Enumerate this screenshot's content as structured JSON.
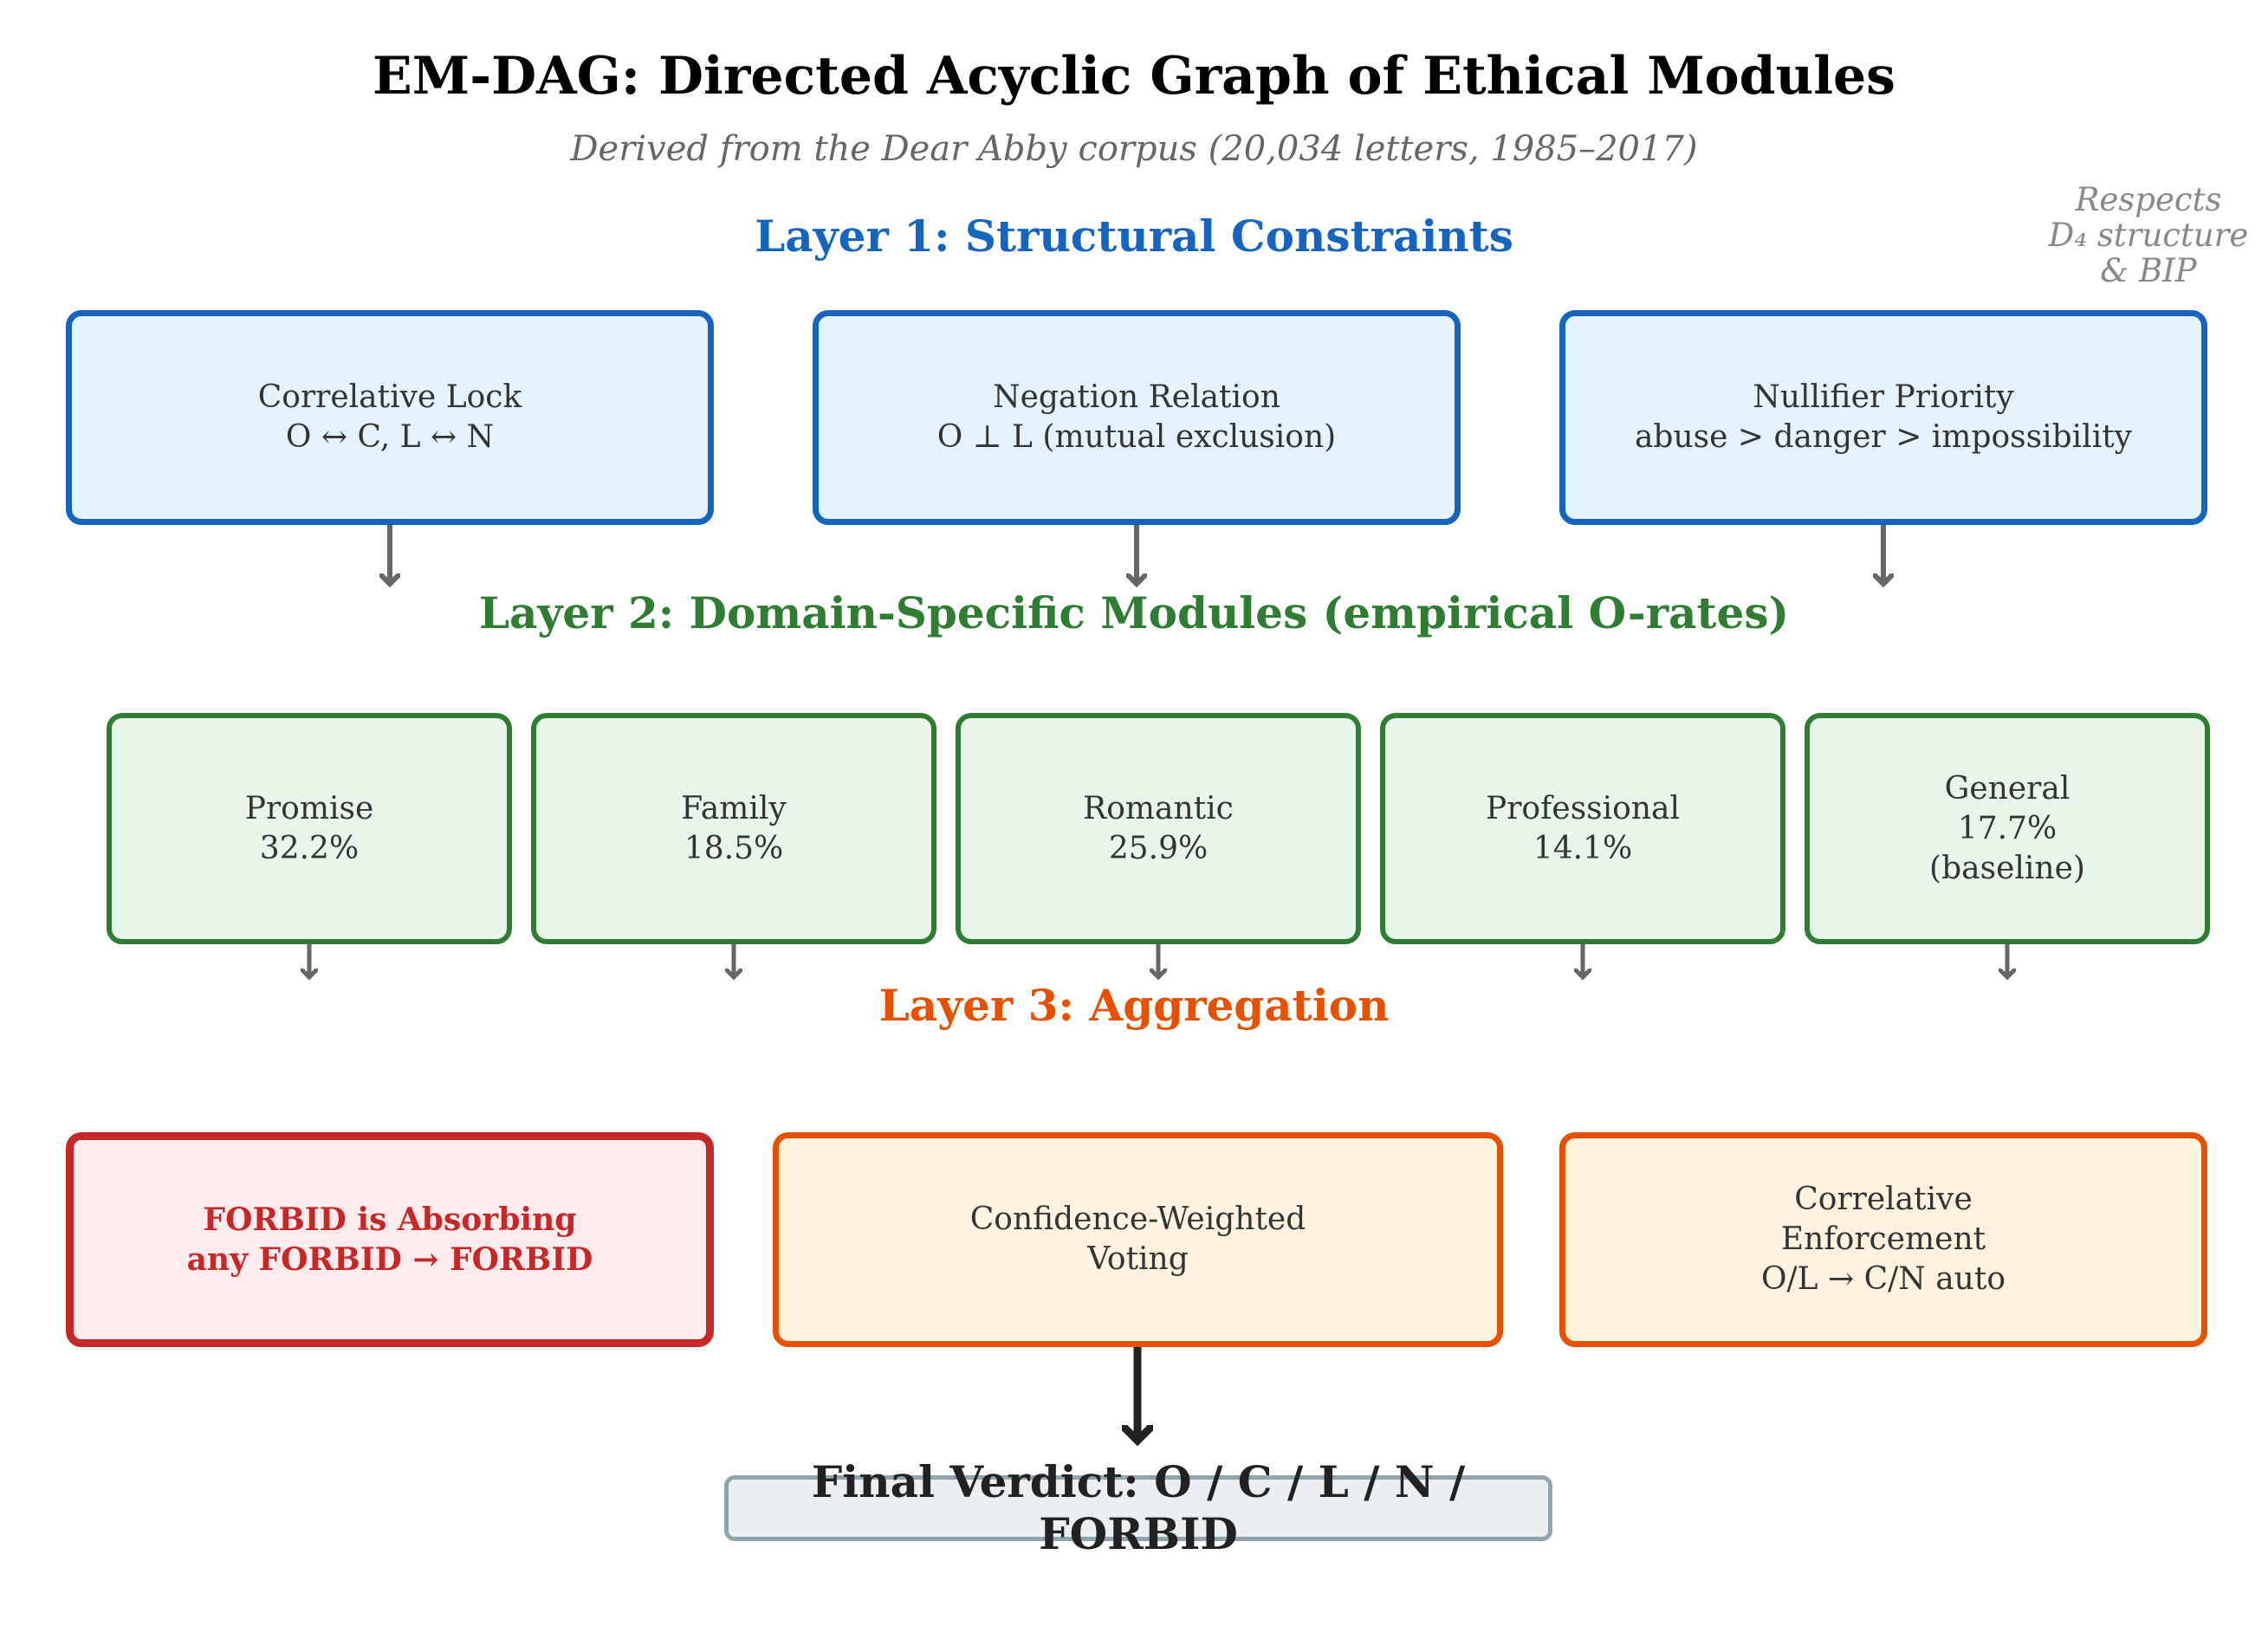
{
  "title": "EM-DAG: Directed Acyclic Graph of Ethical Modules",
  "subtitle": "Derived from the Dear Abby corpus (20,034 letters, 1985–2017)",
  "note": "Respects\nD₄ structure\n& BIP",
  "layers": {
    "layer1": {
      "title": "Layer 1: Structural Constraints",
      "color": "#1565c0",
      "boxes": [
        {
          "text": "Correlative Lock\nO ↔ C,  L ↔ N"
        },
        {
          "text": "Negation Relation\nO ⊥ L  (mutual exclusion)"
        },
        {
          "text": "Nullifier Priority\nabuse > danger > impossibility"
        }
      ]
    },
    "layer2": {
      "title": "Layer 2: Domain-Specific Modules (empirical O-rates)",
      "color": "#2e7d32",
      "boxes": [
        {
          "text": "Promise\n32.2%"
        },
        {
          "text": "Family\n18.5%"
        },
        {
          "text": "Romantic\n25.9%"
        },
        {
          "text": "Professional\n14.1%"
        },
        {
          "text": "General\n17.7%\n(baseline)"
        }
      ]
    },
    "layer3": {
      "title": "Layer 3: Aggregation",
      "color": "#e65100",
      "boxes": [
        {
          "text": "FORBID is Absorbing\nany FORBID → FORBID",
          "color": "#c62828"
        },
        {
          "text": "Confidence-Weighted\nVoting"
        },
        {
          "text": "Correlative\nEnforcement\nO/L → C/N auto"
        }
      ]
    }
  },
  "final": {
    "text": "Final Verdict: O / C / L / N / FORBID"
  }
}
